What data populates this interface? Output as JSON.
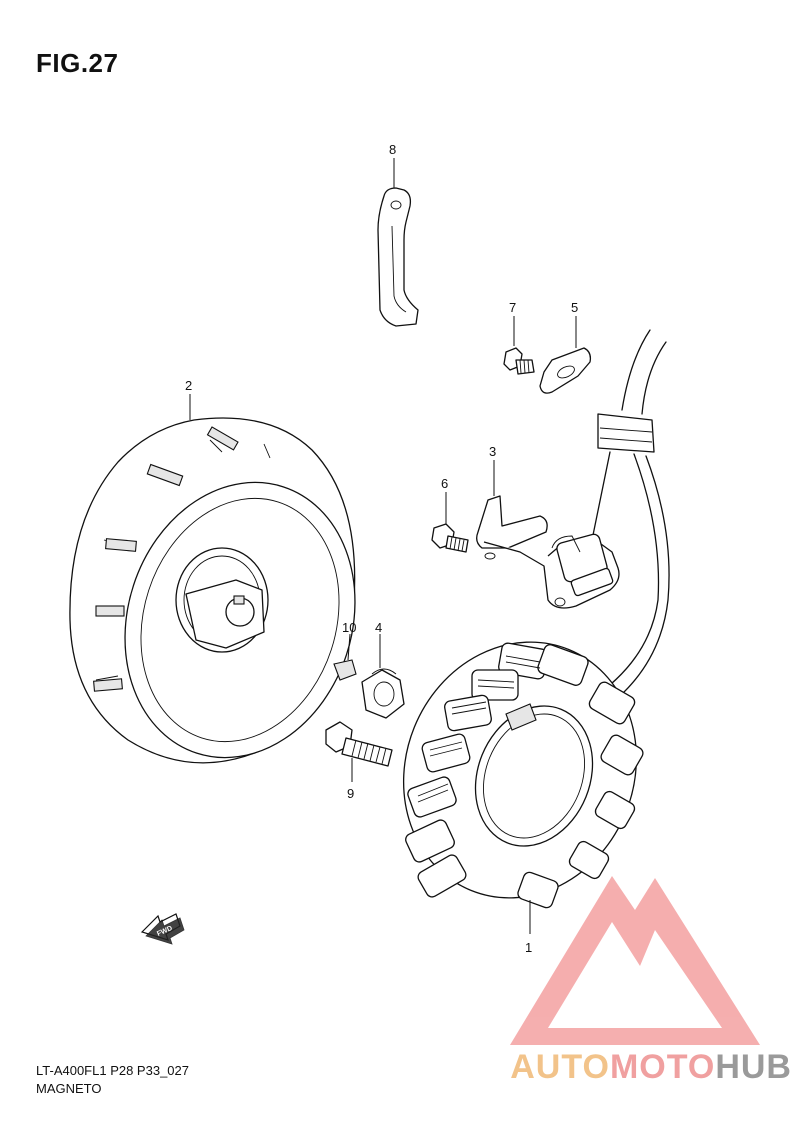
{
  "figure": {
    "title": "FIG.27"
  },
  "callouts": {
    "c1": "1",
    "c2": "2",
    "c3": "3",
    "c4": "4",
    "c5": "5",
    "c6": "6",
    "c7": "7",
    "c8": "8",
    "c9": "9",
    "c10": "10"
  },
  "fwd_label": "FWD",
  "caption": {
    "line1": "LT-A400FL1 P28 P33_027",
    "line2": "MAGNETO"
  },
  "watermark": {
    "part1": "AUTO",
    "part2": "MOTO",
    "part3": "HUB",
    "colors": {
      "auto": "#f2c38a",
      "moto": "#f0a0a0",
      "hub": "#9a9a9a",
      "triangle": "#f4a6a6"
    }
  }
}
